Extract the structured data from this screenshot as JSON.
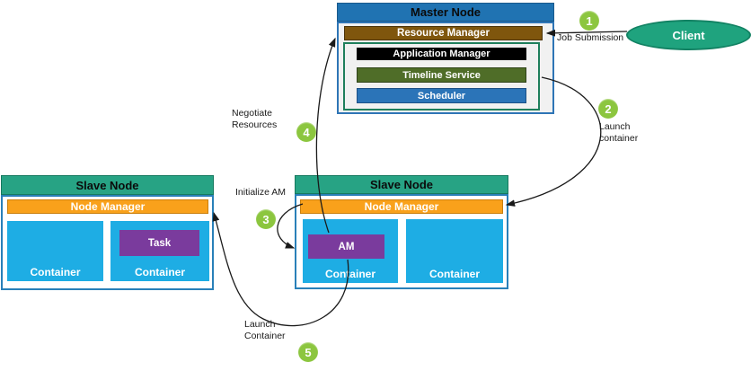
{
  "diagram": {
    "master_node": {
      "title": "Master Node",
      "resource_manager": "Resource Manager",
      "components": [
        "Application Manager",
        "Timeline Service",
        "Scheduler"
      ]
    },
    "client": {
      "label": "Client"
    },
    "slave_node_left": {
      "title": "Slave Node",
      "node_manager": "Node Manager",
      "containers": [
        {
          "label": "Container"
        },
        {
          "label": "Container",
          "task": "Task"
        }
      ]
    },
    "slave_node_right": {
      "title": "Slave Node",
      "node_manager": "Node Manager",
      "containers": [
        {
          "label": "Container",
          "app_master": "AM"
        },
        {
          "label": "Container"
        }
      ]
    },
    "steps": [
      {
        "number": "1",
        "label": "Job Submission"
      },
      {
        "number": "2",
        "label": "Launch\ncontainer"
      },
      {
        "number": "3",
        "label": "Initialize AM"
      },
      {
        "number": "4",
        "label": "Negotiate\nResources"
      },
      {
        "number": "5",
        "label": "Launch\nContainer"
      }
    ],
    "colors": {
      "master_header_blue": "#2073B2",
      "master_border_blue": "#2E75B6",
      "resource_manager_brown": "#7F560D",
      "application_manager_black": "#000000",
      "timeline_service_green": "#4F6D28",
      "scheduler_blue": "#2B74B8",
      "inner_border_green": "#1E7F5C",
      "slave_header_teal": "#27A384",
      "slave_border_blue": "#2980B9",
      "node_manager_orange": "#F9A11B",
      "container_cyan": "#1EADE4",
      "task_am_purple": "#7A3B9D",
      "client_teal": "#1FA37E",
      "step_circle_green": "#8CC63F",
      "arrow_black": "#1a1a1a"
    }
  }
}
